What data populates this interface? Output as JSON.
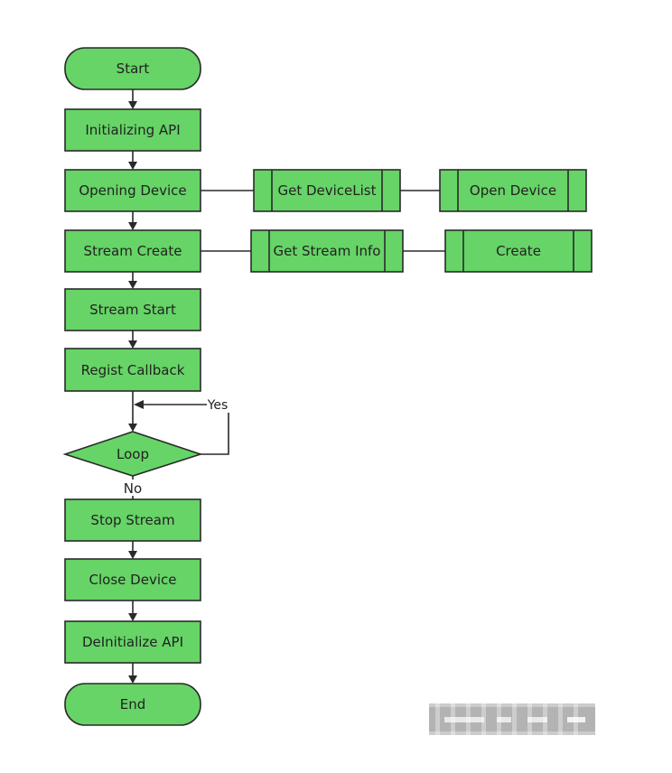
{
  "colors": {
    "node_fill": "#66d466",
    "stroke": "#2a2a2a",
    "text": "#222222",
    "watermark": "#9a9a9a"
  },
  "flow": {
    "start": "Start",
    "init_api": "Initializing API",
    "open_device": "Opening Device",
    "stream_create": "Stream Create",
    "stream_start": "Stream Start",
    "regist_callback": "Regist Callback",
    "loop": "Loop",
    "stop_stream": "Stop Stream",
    "close_device": "Close Device",
    "deinit_api": "DeInitialize API",
    "end": "End"
  },
  "branches": {
    "get_device_list": "Get DeviceList",
    "open_device": "Open Device",
    "get_stream_info": "Get Stream Info",
    "create": "Create"
  },
  "edge_labels": {
    "yes": "Yes",
    "no": "No"
  }
}
